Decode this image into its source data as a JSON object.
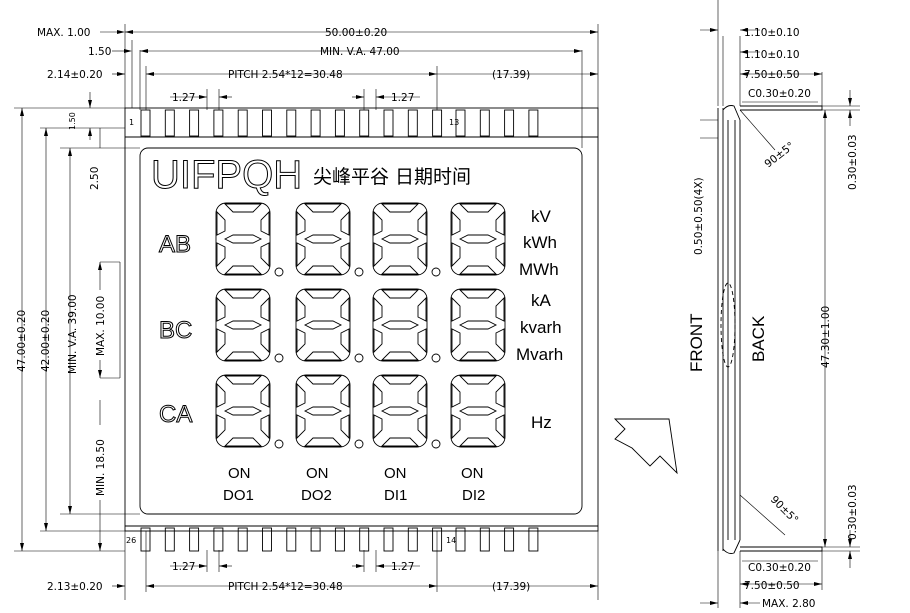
{
  "front": {
    "dims_top": [
      "MAX. 1.00",
      "1.50",
      "2.14±0.20",
      "50.00±0.20",
      "MIN. V.A. 47.00",
      "PITCH 2.54*12=30.48",
      "(17.39)",
      "1.27",
      "1.27"
    ],
    "dims_bottom": [
      "2.13±0.20",
      "PITCH 2.54*12=30.48",
      "(17.39)",
      "1.27",
      "1.27"
    ],
    "dims_left": [
      "47.00±0.20",
      "42.00±0.20",
      "MIN. V.A. 39.00",
      "MAX. 10.00",
      "2.50",
      "MIN. 18.50",
      "1.50"
    ],
    "pins": {
      "top_left": "1",
      "top_right": "13",
      "bottom_left": "26",
      "bottom_right": "14"
    },
    "title_latin": "UIFPQH",
    "title_cjk": "尖峰平谷 日期时间",
    "row_labels": [
      "AB",
      "BC",
      "CA"
    ],
    "units": [
      "kV",
      "kWh",
      "MWh",
      "kA",
      "kvarh",
      "Mvarh",
      "Hz"
    ],
    "status_top": [
      "ON",
      "ON",
      "ON",
      "ON"
    ],
    "status_bottom": [
      "DO1",
      "DO2",
      "DI1",
      "DI2"
    ],
    "digits_per_row": 4
  },
  "side": {
    "dims_right": [
      "1.10±0.10",
      "1.10±0.10",
      "7.50±0.50",
      "C0.30±0.20",
      "0.30±0.03",
      "90±5°",
      "47.30±1.00",
      "90±5°",
      "0.30±0.03",
      "C0.30±0.20",
      "7.50±0.50",
      "MAX. 2.80"
    ],
    "dim_left": "0.50±0.50(4X)",
    "front_label": "FRONT",
    "back_label": "BACK"
  }
}
